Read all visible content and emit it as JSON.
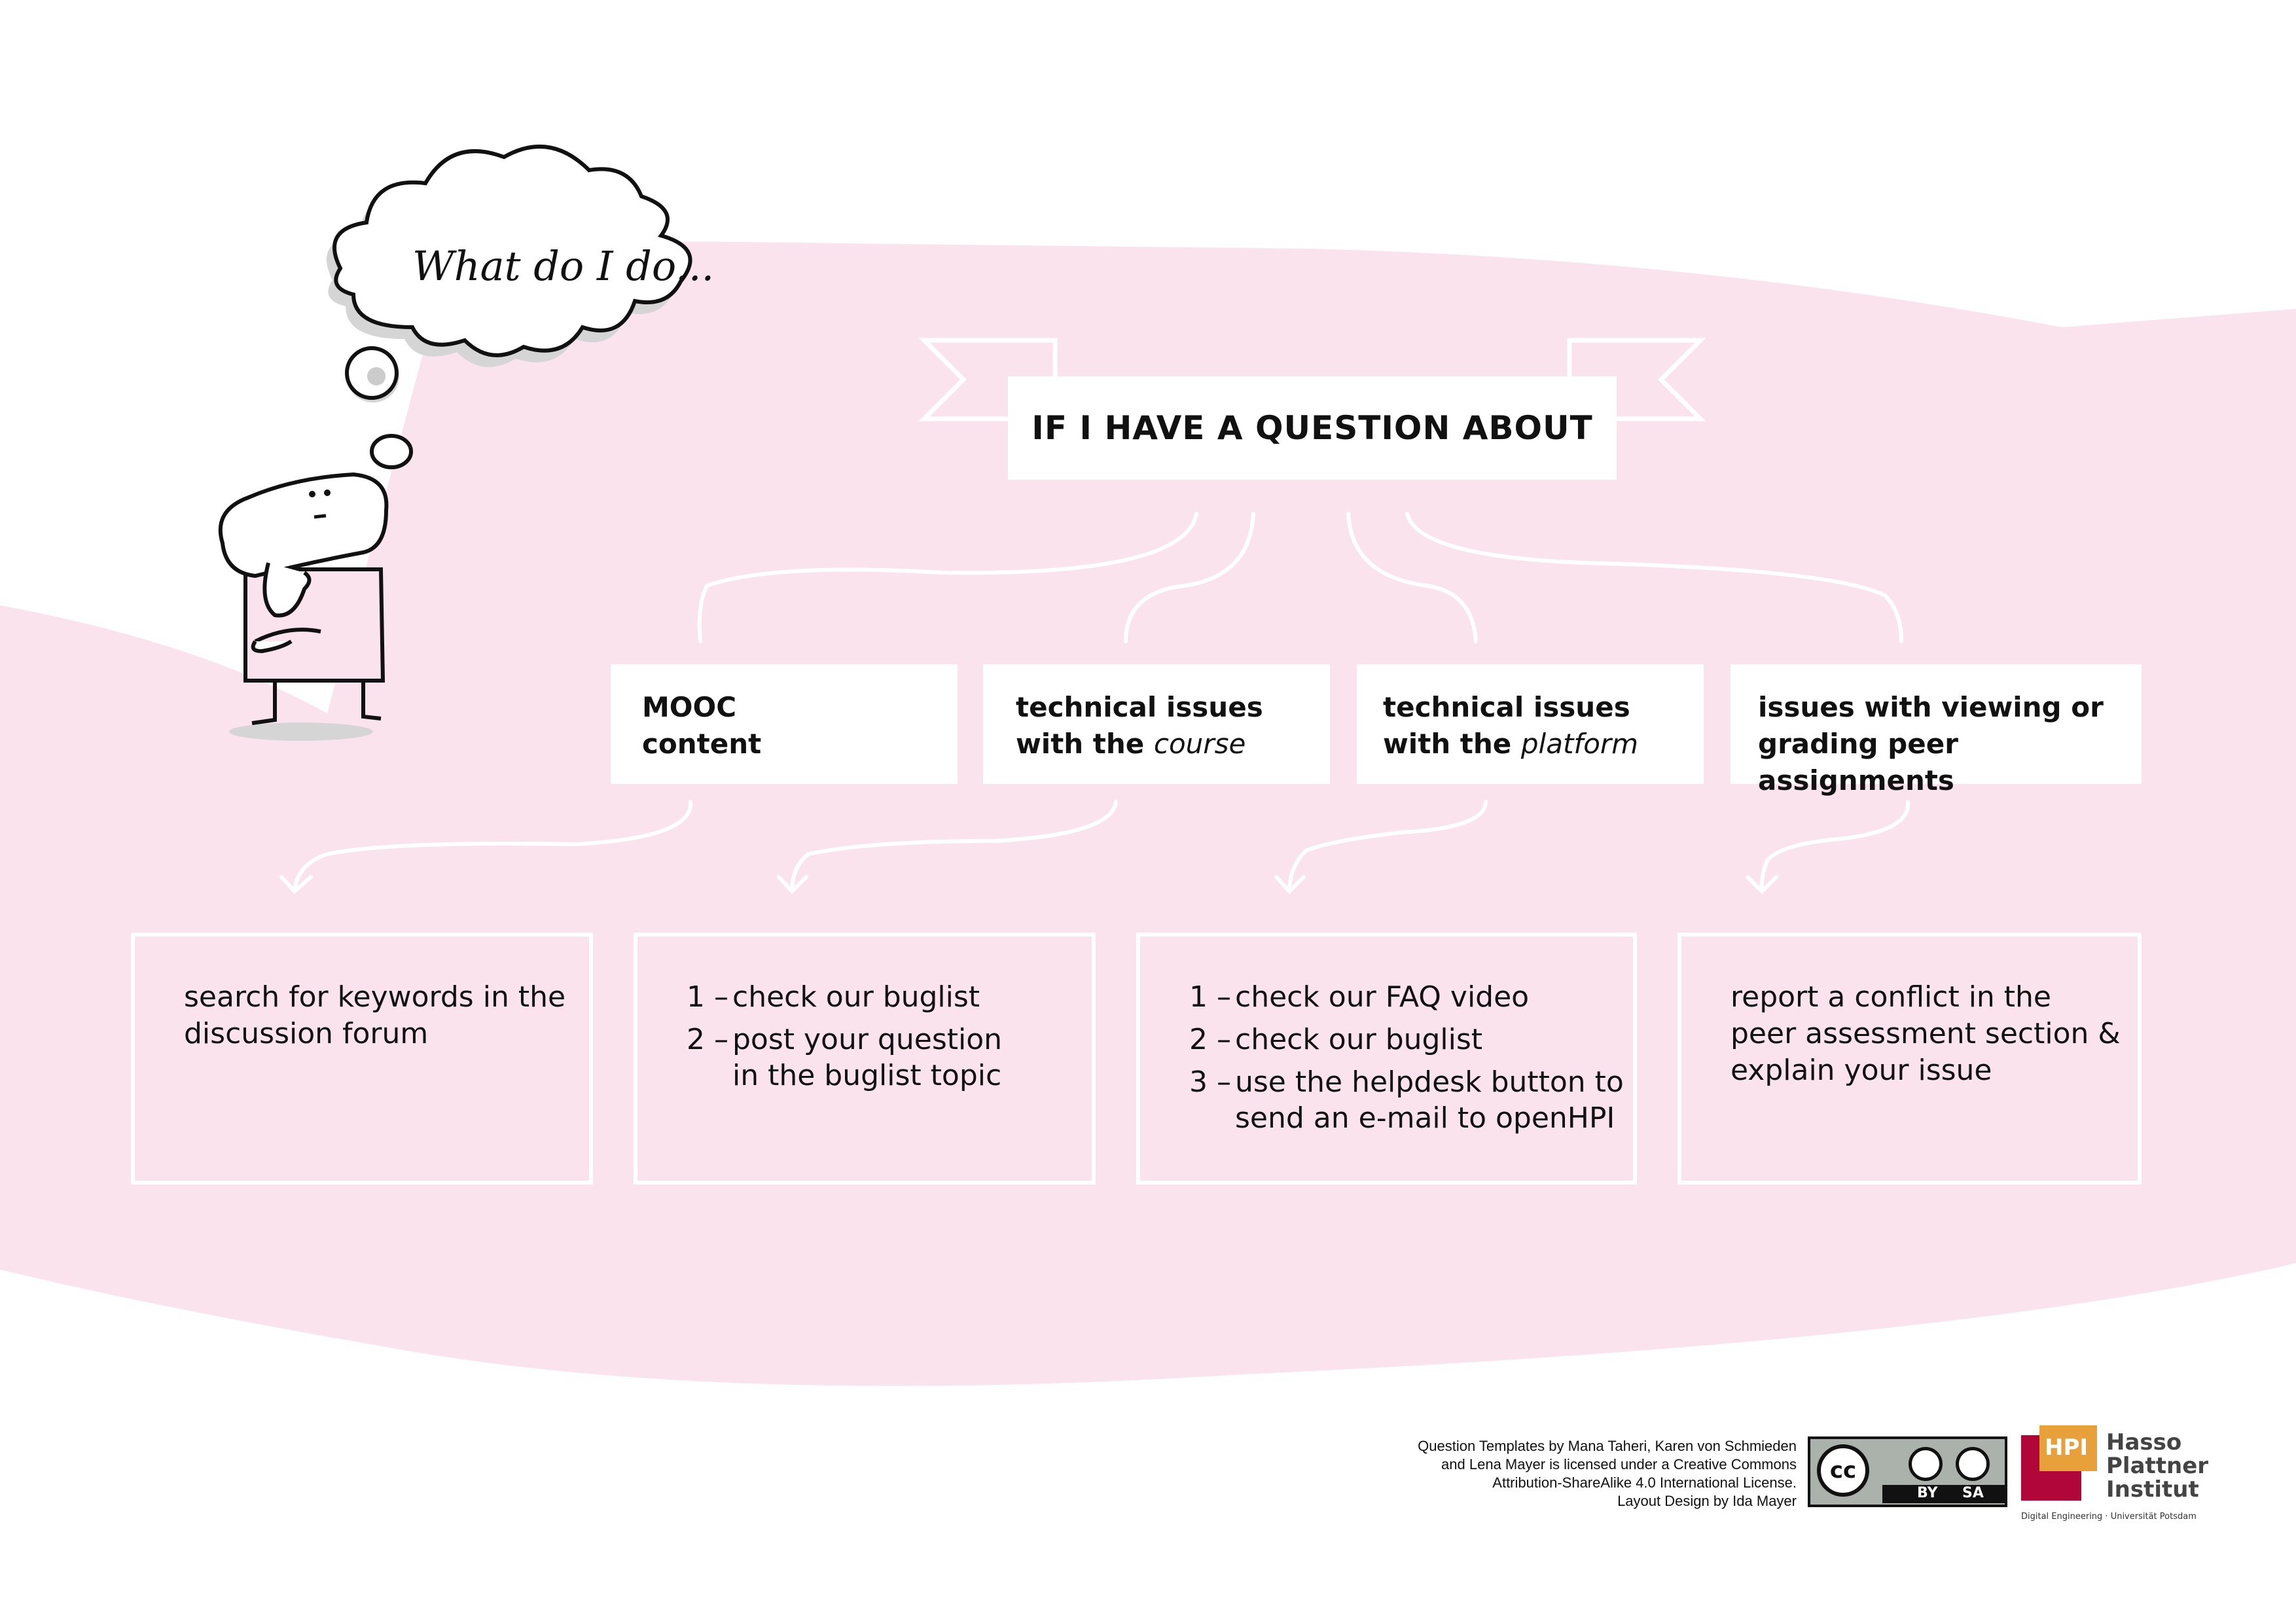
{
  "thought": "What do I do...",
  "title": "IF I HAVE A QUESTION ABOUT",
  "categories": [
    {
      "line1": "MOOC",
      "line2_plain": "content",
      "line2_italic": ""
    },
    {
      "line1": "technical issues",
      "line2_plain": "with the ",
      "line2_italic": "course"
    },
    {
      "line1": "technical issues",
      "line2_plain": "with the ",
      "line2_italic": "platform"
    },
    {
      "line1": "issues with viewing or",
      "line2_plain": "grading peer assignments",
      "line2_italic": ""
    }
  ],
  "answers": {
    "mooc": "search for keywords in the discussion forum",
    "course": [
      {
        "num": "1 –",
        "text": "check our buglist"
      },
      {
        "num": "2 –",
        "text": "post your question",
        "text2": "in the buglist topic"
      }
    ],
    "platform": [
      {
        "num": "1 –",
        "text": "check our FAQ video"
      },
      {
        "num": "2 –",
        "text": "check our buglist"
      },
      {
        "num": "3 –",
        "text": "use the helpdesk button to",
        "text2": "send an e-mail to openHPI"
      }
    ],
    "peer": [
      "report a conflict in the",
      "peer assessment section &",
      "explain your issue"
    ],
    "mooc_lines": [
      "search for keywords in the",
      "discussion forum"
    ]
  },
  "footer": {
    "lines": [
      "Question Templates by Mana Taheri, Karen von Schmieden",
      "and Lena Mayer is licensed under a Creative Commons",
      "Attribution-ShareAlike 4.0 International License.",
      "Layout Design by Ida Mayer"
    ],
    "license_badge": {
      "cc": "cc",
      "by": "BY",
      "sa": "SA"
    },
    "logo": {
      "abbr": "HPI",
      "name_lines": [
        "Hasso",
        "Plattner",
        "Institut"
      ],
      "tagline": "Digital Engineering · Universität Potsdam"
    }
  },
  "colors": {
    "pink": "#fbe3ee",
    "hpi_orange": "#e8a03a",
    "hpi_red": "#b1063a"
  }
}
